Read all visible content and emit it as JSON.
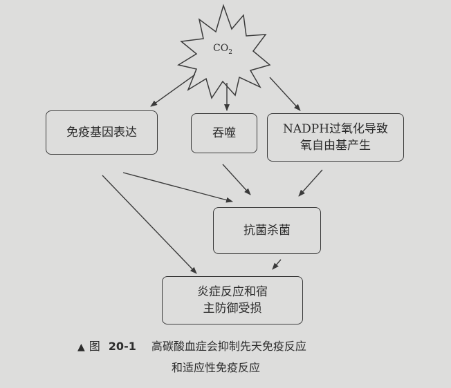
{
  "diagram": {
    "source": {
      "label": "CO",
      "subscript": "2"
    },
    "nodes": {
      "immune_gene": {
        "lines": [
          "免疫基因表达"
        ]
      },
      "phagocytosis": {
        "lines": [
          "吞噬"
        ]
      },
      "nadph": {
        "lines": [
          "NADPH过氧化导致",
          "氧自由基产生"
        ]
      },
      "antibacterial": {
        "lines": [
          "抗菌杀菌"
        ]
      },
      "inflammation": {
        "lines": [
          "炎症反应和宿",
          "主防御受损"
        ]
      }
    }
  },
  "caption": {
    "marker": "▲",
    "figure_word": "图",
    "figure_number": "20-1",
    "line1": "高碳酸血症会抑制先天免疫反应",
    "line2": "和适应性免疫反应"
  },
  "colors": {
    "background": "#dddddc",
    "stroke": "#3a3a3a",
    "text": "#2a2a2a"
  }
}
